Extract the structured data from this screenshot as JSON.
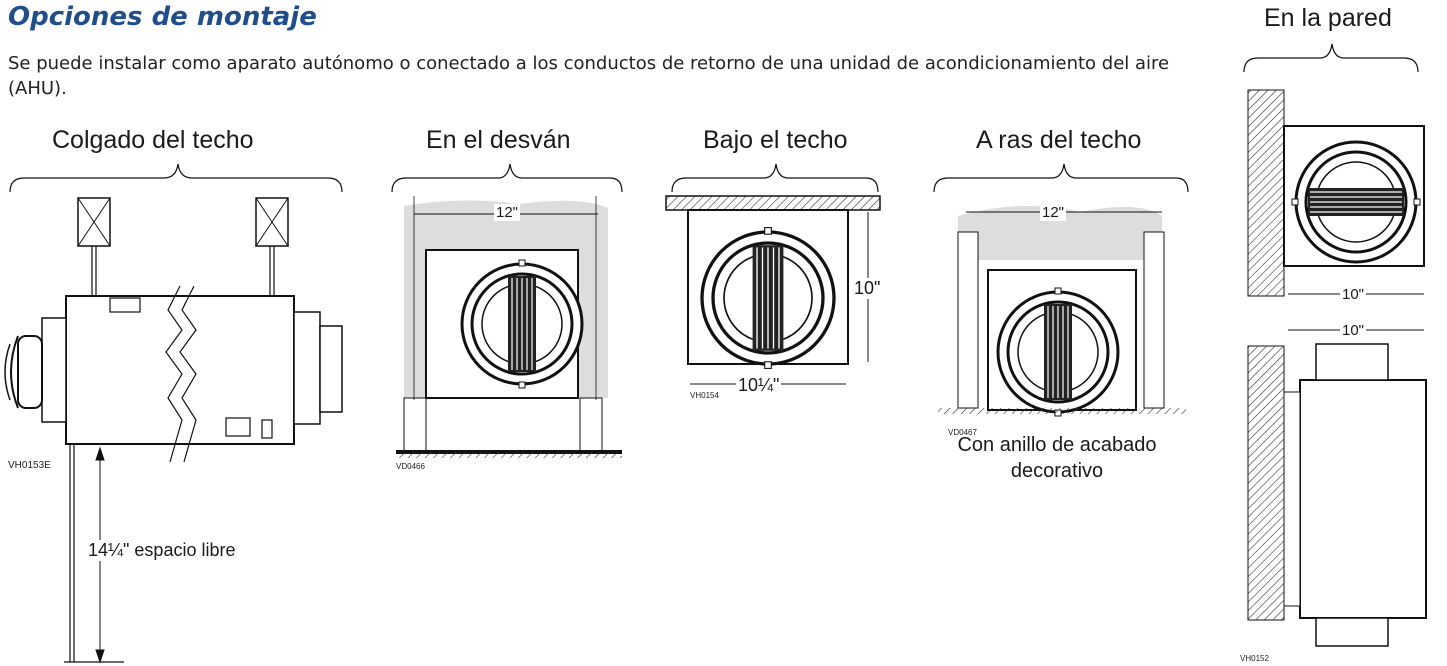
{
  "heading": "Opciones de montaje",
  "intro": "Se puede instalar como aparato autónomo o conectado a los conductos de retorno de una unidad de acondicionamiento del aire (AHU).",
  "panels": {
    "ceiling_hung": {
      "label": "Colgado del techo",
      "code": "VH0153E",
      "clearance": "14¼\" espacio libre"
    },
    "attic": {
      "label": "En el desván",
      "code": "VD0466",
      "width": "12\""
    },
    "under_ceiling": {
      "label": "Bajo el techo",
      "code": "VH0154",
      "width": "10¼\"",
      "height": "10\""
    },
    "flush_ceiling": {
      "label": "A ras del techo",
      "code": "VD0467",
      "width": "12\"",
      "caption_line1": "Con anillo de acabado",
      "caption_line2": "decorativo"
    },
    "wall": {
      "label": "En la pared",
      "code": "VH0152",
      "width_top": "10\"",
      "width_bottom": "10\""
    }
  }
}
